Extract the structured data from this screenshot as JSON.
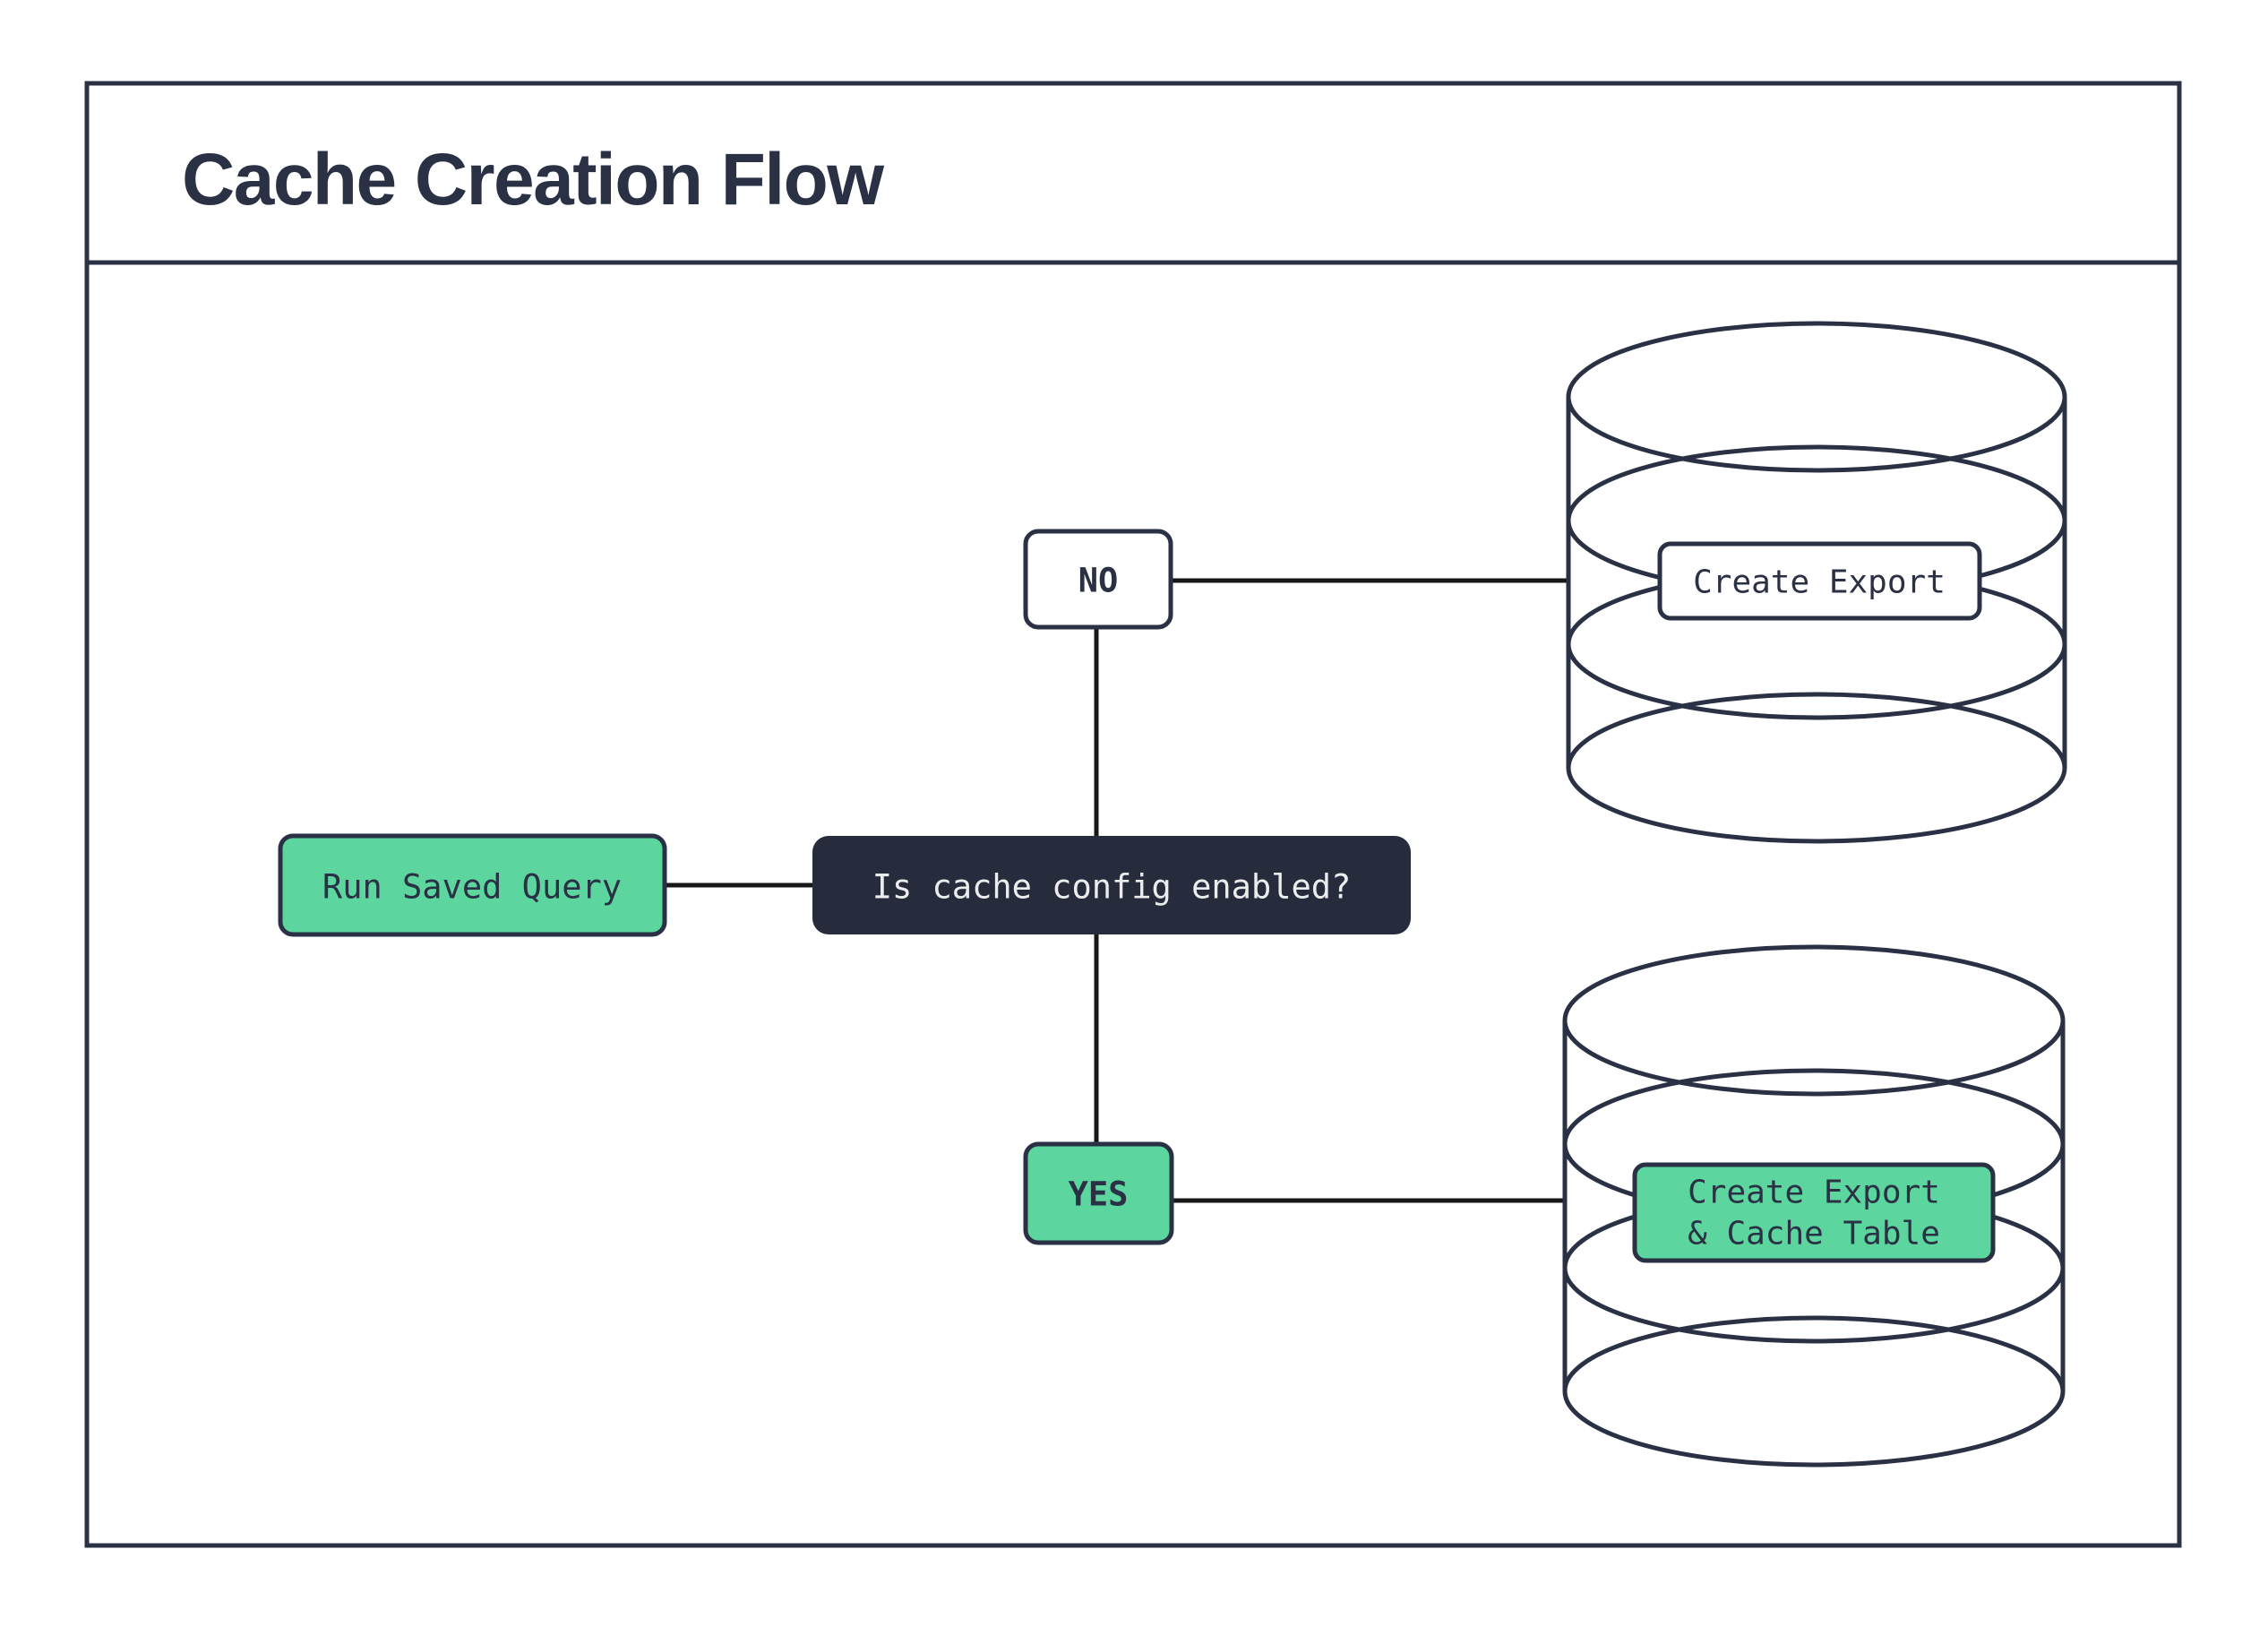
{
  "title": "Cache Creation Flow",
  "nodes": {
    "start": {
      "label": "Run Saved Query"
    },
    "question": {
      "label": "Is cache config enabled?"
    },
    "no": {
      "label": "NO"
    },
    "yes": {
      "label": "YES"
    },
    "export_db_label": {
      "label": "Create Export"
    },
    "cache_db_label": {
      "line1": "Create Export",
      "line2": "& Cache Table"
    }
  },
  "colors": {
    "green": "#5cd69e",
    "navy": "#2a3144",
    "question_fill": "#272c3c",
    "question_text": "#ebecee",
    "white": "#ffffff",
    "connector": "#171717"
  }
}
